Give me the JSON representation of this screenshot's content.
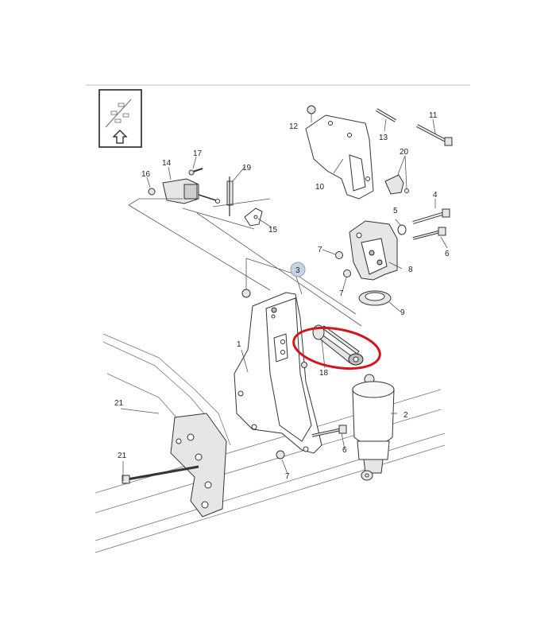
{
  "diagram": {
    "callouts": {
      "c1": "1",
      "c2": "2",
      "c3": "3",
      "c4": "4",
      "c5": "5",
      "c6a": "6",
      "c6b": "6",
      "c7a": "7",
      "c7b": "7",
      "c7c": "7",
      "c8": "8",
      "c9": "9",
      "c10": "10",
      "c11": "11",
      "c12": "12",
      "c13": "13",
      "c14": "14",
      "c15": "15",
      "c16": "16",
      "c17": "17",
      "c18": "18",
      "c19": "19",
      "c20": "20",
      "c21a": "21",
      "c21b": "21"
    },
    "colors": {
      "highlight_ring": "#d4161f",
      "badge_fill": "#c7d3e3",
      "badge_stroke": "#8da2bf",
      "line": "#555555"
    },
    "icons": {
      "orientation": "front-direction-arrow-icon"
    }
  }
}
